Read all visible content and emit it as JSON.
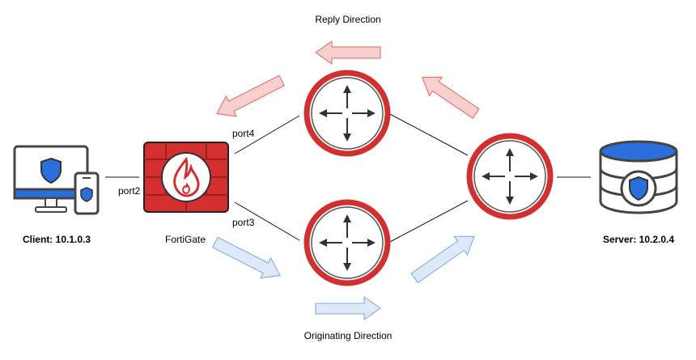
{
  "labels": {
    "reply_direction": "Reply Direction",
    "originating_direction": "Originating Direction",
    "client": "Client: 10.1.0.3",
    "fortigate": "FortiGate",
    "server": "Server: 10.2.0.4",
    "port2": "port2",
    "port3": "port3",
    "port4": "port4"
  },
  "colors": {
    "router_ring": "#d32f2f",
    "firewall": "#d32f2f",
    "reply_arrow_fill": "#f8cfcf",
    "reply_arrow_stroke": "#e06666",
    "orig_arrow_fill": "#dde8f8",
    "orig_arrow_stroke": "#7ea6e0",
    "shield_blue": "#2a6fdb"
  },
  "icons": [
    "client-devices-icon",
    "firewall-icon",
    "router-icon",
    "server-database-icon"
  ]
}
